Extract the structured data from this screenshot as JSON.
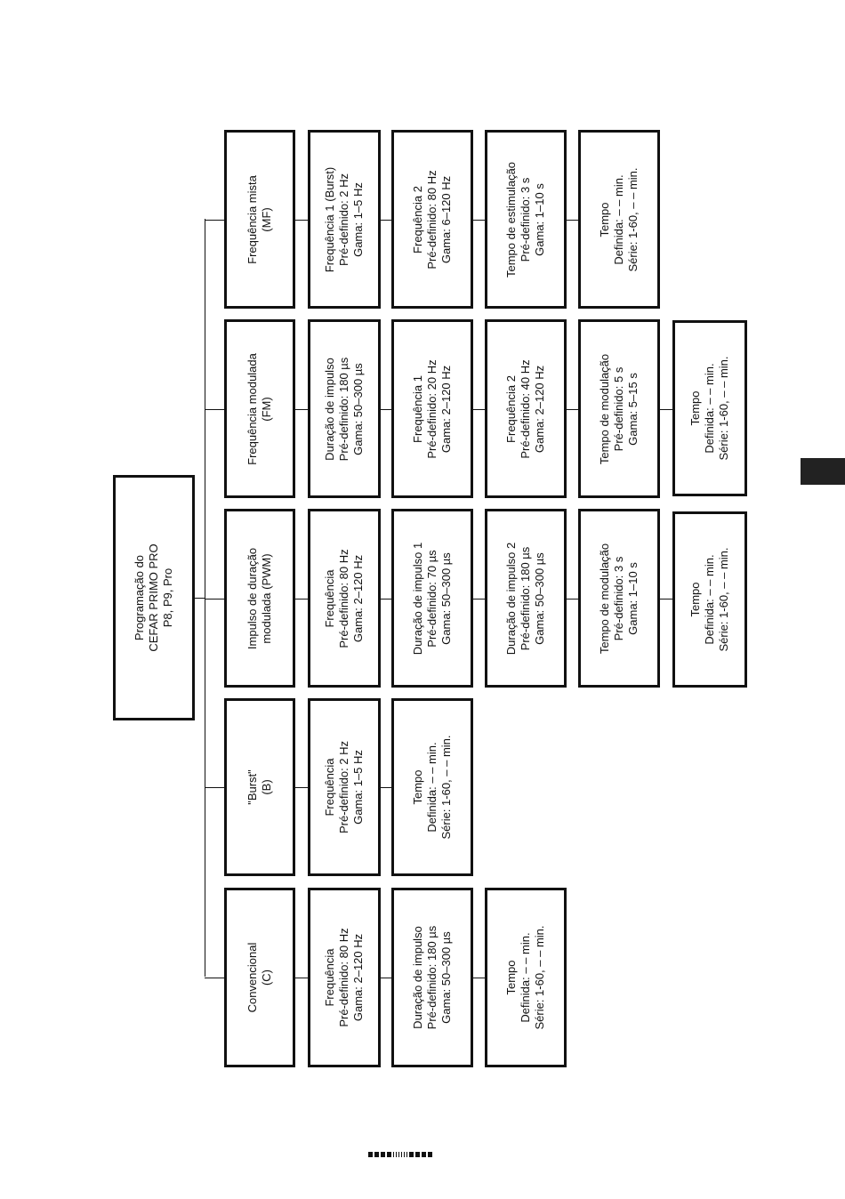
{
  "root": {
    "lines": [
      "Programação do",
      "CEFAR PRIMO PRO",
      "P8, P9, Pro"
    ]
  },
  "columns": [
    {
      "id": "c",
      "header": [
        "Convencional",
        "(C)"
      ],
      "boxes": [
        [
          "Frequência",
          "Pré-definido: 80 Hz",
          "Gama: 2–120 Hz"
        ],
        [
          "Duração de impulso",
          "Pré-definido: 180 µs",
          "Gama: 50–300 µs"
        ],
        [
          "Tempo",
          "Definida: – – min.",
          "Série: 1-60, – – min."
        ]
      ]
    },
    {
      "id": "b",
      "header": [
        "\"Burst\"",
        "(B)"
      ],
      "boxes": [
        [
          "Frequência",
          "Pré-definido: 2 Hz",
          "Gama: 1–5 Hz"
        ],
        [
          "Tempo",
          "Definida: – – min.",
          "Série: 1-60, – – min."
        ]
      ]
    },
    {
      "id": "pwm",
      "header": [
        "Impulso de duração",
        "modulada (PWM)"
      ],
      "boxes": [
        [
          "Frequência",
          "Pré-definido: 80 Hz",
          "Gama: 2–120 Hz"
        ],
        [
          "Duração de impulso 1",
          "Pré-definido: 70 µs",
          "Gama: 50–300 µs"
        ],
        [
          "Duração de impulso 2",
          "Pré-definido: 180 µs",
          "Gama: 50–300 µs"
        ],
        [
          "Tempo de modulação",
          "Pré-definido: 3 s",
          "Gama: 1–10 s"
        ],
        [
          "Tempo",
          "Definida: – – min.",
          "Série: 1-60, – – min."
        ]
      ]
    },
    {
      "id": "fm",
      "header": [
        "Frequência modulada",
        "(FM)"
      ],
      "boxes": [
        [
          "Duração de impulso",
          "Pré-definido: 180 µs",
          "Gama: 50–300 µs"
        ],
        [
          "Frequência 1",
          "Pré-definido: 20 Hz",
          "Gama: 2–120 Hz"
        ],
        [
          "Frequência 2",
          "Pré-definido: 40 Hz",
          "Gama: 2–120 Hz"
        ],
        [
          "Tempo de modulação",
          "Pré-definido: 5 s",
          "Gama: 5–15 s"
        ],
        [
          "Tempo",
          "Definida: – – min.",
          "Série: 1-60, – – min."
        ]
      ]
    },
    {
      "id": "mf",
      "header": [
        "Frequência mista",
        "(MF)"
      ],
      "boxes": [
        [
          "Frequência 1 (Burst)",
          "Pré-definido: 2 Hz",
          "Gama: 1–5 Hz"
        ],
        [
          "Frequência 2",
          "Pré-definido: 80 Hz",
          "Gama: 6–120 Hz"
        ],
        [
          "Tempo de estimulação",
          "Pré-definido: 3 s",
          "Gama: 1–10 s"
        ],
        [
          "Tempo",
          "Definida: – – min.",
          "Série: 1-60, – – min."
        ]
      ]
    }
  ]
}
